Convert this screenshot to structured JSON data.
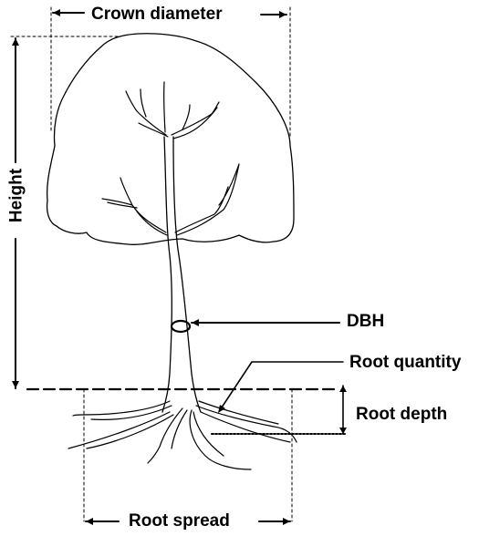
{
  "labels": {
    "crown_diameter": "Crown diameter",
    "height": "Height",
    "dbh": "DBH",
    "root_quantity": "Root quantity",
    "root_depth": "Root depth",
    "root_spread": "Root spread"
  },
  "colors": {
    "ink": "#000000",
    "background": "#ffffff"
  }
}
